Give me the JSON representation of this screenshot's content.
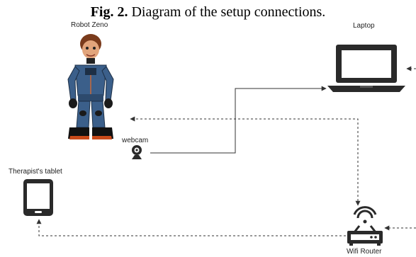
{
  "caption": {
    "prefix": "Fig. 2.",
    "text": " Diagram of the setup connections."
  },
  "nodes": {
    "robot": {
      "label": "Robot Zeno",
      "icon": "robot-image"
    },
    "laptop": {
      "label": "Laptop",
      "icon": "laptop-icon"
    },
    "webcam": {
      "label": "webcam",
      "icon": "webcam-icon"
    },
    "tablet": {
      "label": "Therapist's tablet",
      "icon": "tablet-icon"
    },
    "router": {
      "label": "Wifi Router",
      "icon": "wifi-router-icon"
    }
  },
  "connections": [
    {
      "from": "webcam",
      "to": "laptop",
      "style": "solid"
    },
    {
      "from": "router",
      "to": "robot",
      "style": "dashed"
    },
    {
      "from": "router",
      "to": "tablet",
      "style": "dashed"
    },
    {
      "from": "off-page",
      "to": "laptop",
      "style": "dashed"
    },
    {
      "from": "off-page",
      "to": "router",
      "style": "dashed"
    }
  ],
  "colors": {
    "line": "#333333",
    "robot_suit": "#3b5f8a",
    "device": "#2a2a2a"
  }
}
